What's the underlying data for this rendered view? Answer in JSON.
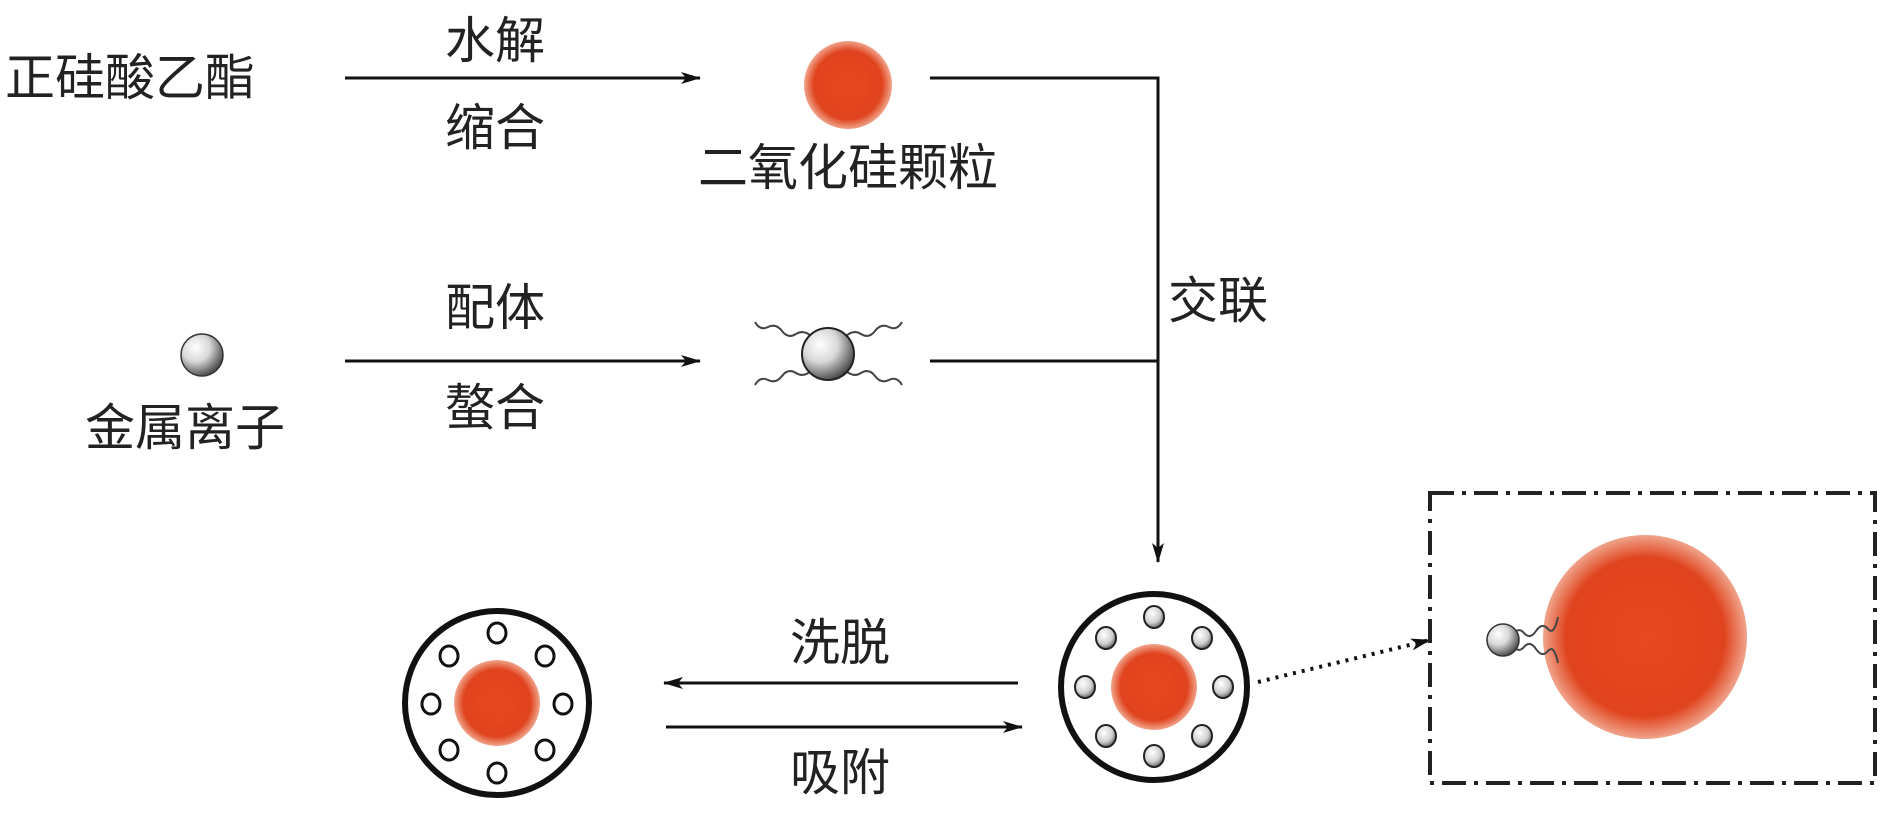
{
  "labels": {
    "teos": "正硅酸乙酯",
    "hydrolysis": "水解",
    "condensation": "缩合",
    "silica_particle": "二氧化硅颗粒",
    "ligand": "配体",
    "metal_ion": "金属离子",
    "chelation": "螯合",
    "crosslink": "交联",
    "elution": "洗脱",
    "adsorption": "吸附"
  },
  "colors": {
    "silica": "#e0441e",
    "line": "#111111",
    "text": "#222222",
    "frame": "#222222"
  },
  "icons": {
    "metal": "metal-ion-sphere-icon",
    "ligand": "wavy-ligand-chain-icon",
    "silica": "silica-particle-icon"
  }
}
